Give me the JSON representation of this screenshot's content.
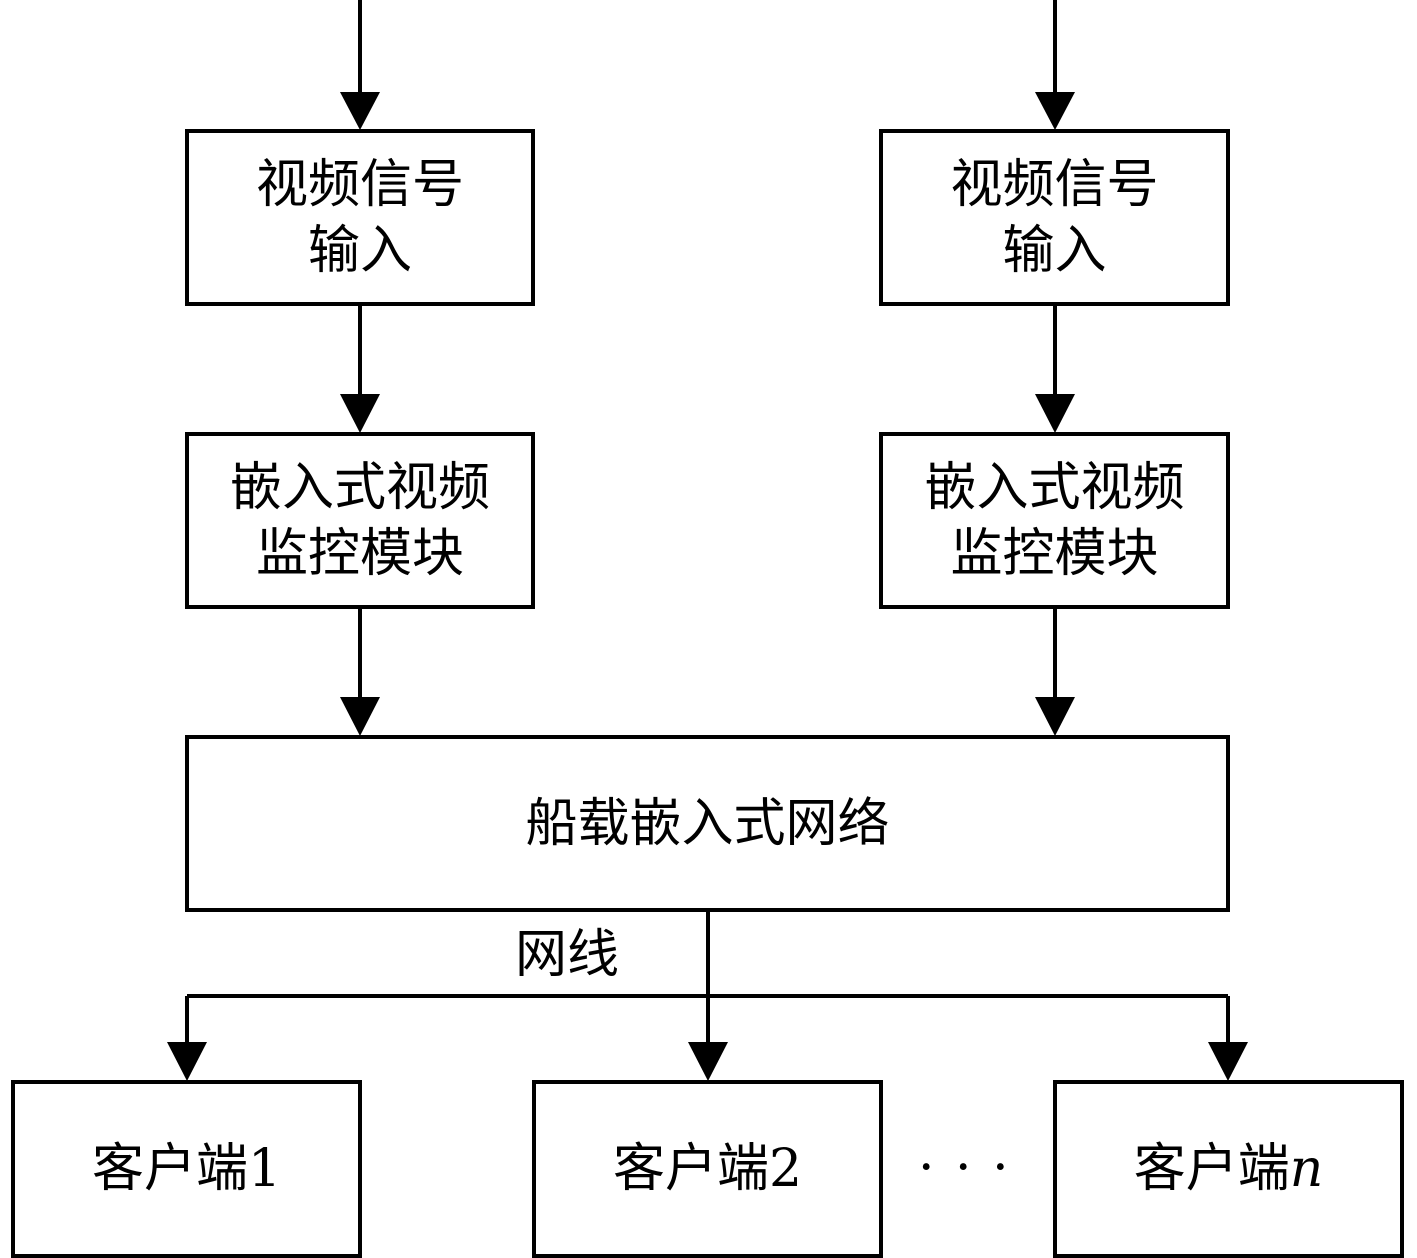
{
  "left_column": {
    "input_box": {
      "line1": "视频信号",
      "line2": "输入"
    },
    "module_box": {
      "line1": "嵌入式视频",
      "line2": "监控模块"
    }
  },
  "right_column": {
    "input_box": {
      "line1": "视频信号",
      "line2": "输入"
    },
    "module_box": {
      "line1": "嵌入式视频",
      "line2": "监控模块"
    }
  },
  "network_box": {
    "label": "船载嵌入式网络"
  },
  "cable_label": "网线",
  "clients": [
    {
      "prefix": "客户端",
      "suffix": "1"
    },
    {
      "prefix": "客户端",
      "suffix": "2"
    },
    {
      "prefix": "客户端",
      "suffix": "n"
    }
  ],
  "ellipsis": "· · ·"
}
